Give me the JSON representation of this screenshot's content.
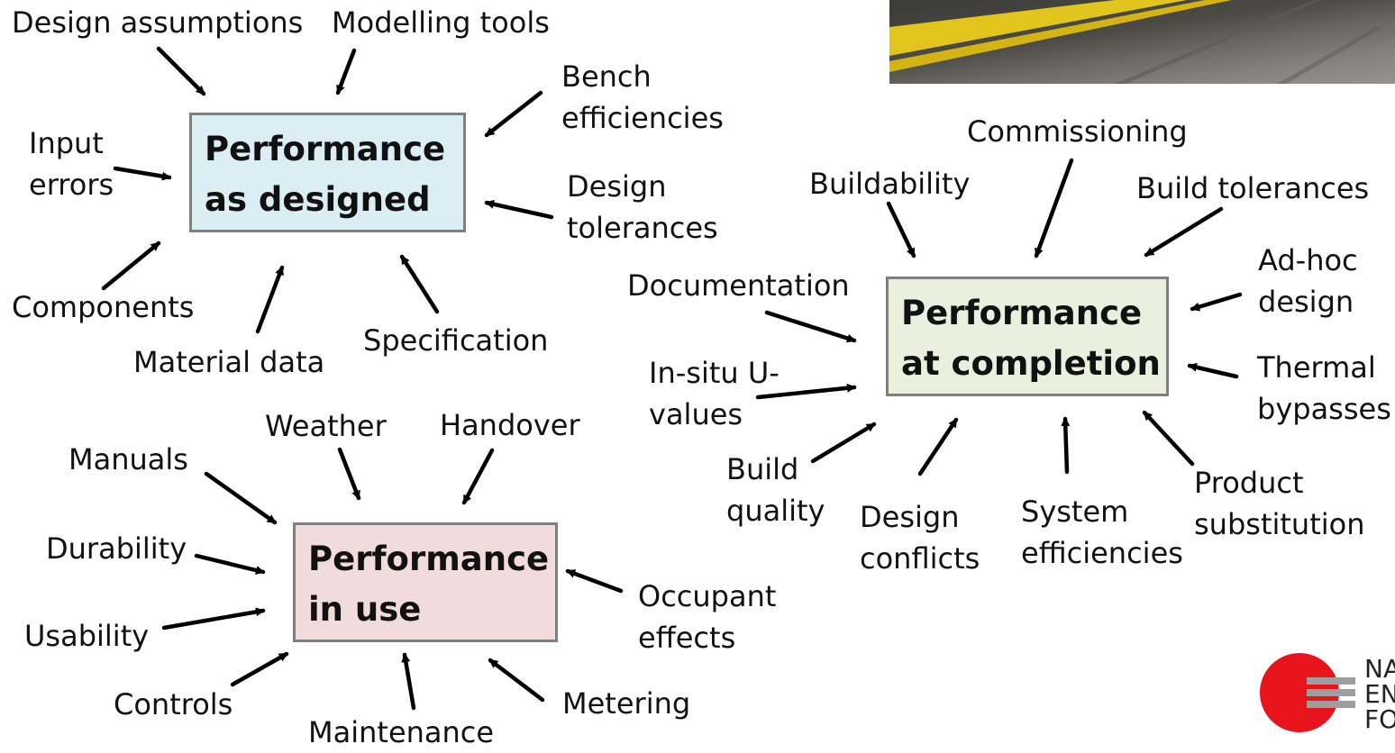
{
  "boxes": {
    "designed": {
      "line1": "Performance",
      "line2": "as designed",
      "fill": "#dbeef4"
    },
    "completion": {
      "line1": "Performance",
      "line2": "at completion",
      "fill": "#ebf0de"
    },
    "in_use": {
      "line1": "Performance",
      "line2": "in use",
      "fill": "#f2dcdb"
    }
  },
  "designed_factors": {
    "design_assumptions": "Design assumptions",
    "modelling_tools": "Modelling tools",
    "bench_efficiencies": [
      "Bench",
      "efficiencies"
    ],
    "input_errors": [
      "Input",
      "errors"
    ],
    "design_tolerances": [
      "Design",
      "tolerances"
    ],
    "components": "Components",
    "material_data": "Material data",
    "specification": "Specification"
  },
  "completion_factors": {
    "commissioning": "Commissioning",
    "buildability": "Buildability",
    "build_tolerances": "Build tolerances",
    "documentation": "Documentation",
    "ad_hoc_design": [
      "Ad-hoc",
      "design"
    ],
    "in_situ_u_values": [
      "In-situ U-",
      "values"
    ],
    "thermal_bypasses": [
      "Thermal",
      "bypasses"
    ],
    "build_quality": [
      "Build",
      "quality"
    ],
    "design_conflicts": [
      "Design",
      "conflicts"
    ],
    "system_efficiencies": [
      "System",
      "efficiencies"
    ],
    "product_substitution": [
      "Product",
      "substitution"
    ]
  },
  "in_use_factors": {
    "weather": "Weather",
    "handover": "Handover",
    "manuals": "Manuals",
    "durability": "Durability",
    "usability": "Usability",
    "occupant_effects": [
      "Occupant",
      "effects"
    ],
    "controls": "Controls",
    "maintenance": "Maintenance",
    "metering": "Metering"
  },
  "logo": {
    "lines": [
      "NA",
      "EN",
      "FO"
    ],
    "circle_color": "#e8141c",
    "bars_color": "#9e9e9e"
  }
}
